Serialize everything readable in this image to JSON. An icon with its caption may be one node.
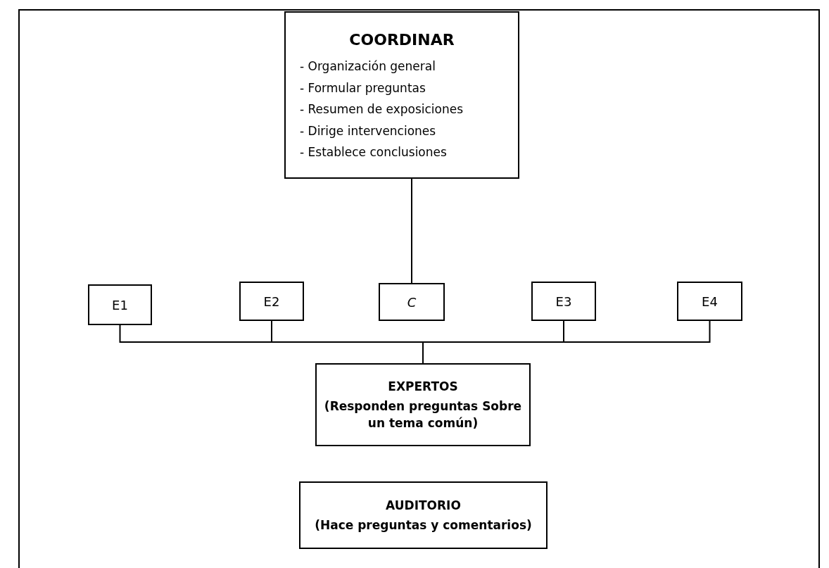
{
  "diagram": {
    "nodes": [
      {
        "text": [
          "COORDINAR",
          "- Organización general",
          "- Formular preguntas",
          "- Resumen de exposiciones",
          "- Dirige intervenciones",
          "- Establece conclusiones"
        ]
      },
      {
        "text": [
          "E1"
        ]
      },
      {
        "text": [
          "E2"
        ]
      },
      {
        "text": [
          "C"
        ]
      },
      {
        "text": [
          "E3"
        ]
      },
      {
        "text": [
          "E4"
        ]
      },
      {
        "text": [
          "EXPERTOS",
          "(Responden preguntas Sobre un tema común)"
        ]
      },
      {
        "text": [
          "AUDITORIO",
          "(Hace preguntas y comentarios)"
        ]
      }
    ],
    "edges": [
      {
        "from": 0,
        "to": 3,
        "arrow": "none"
      },
      {
        "from": 1,
        "to": 6,
        "arrow": "none"
      },
      {
        "from": 2,
        "to": 6,
        "arrow": "none"
      },
      {
        "from": 4,
        "to": 6,
        "arrow": "none"
      },
      {
        "from": 5,
        "to": 6,
        "arrow": "none"
      }
    ]
  }
}
